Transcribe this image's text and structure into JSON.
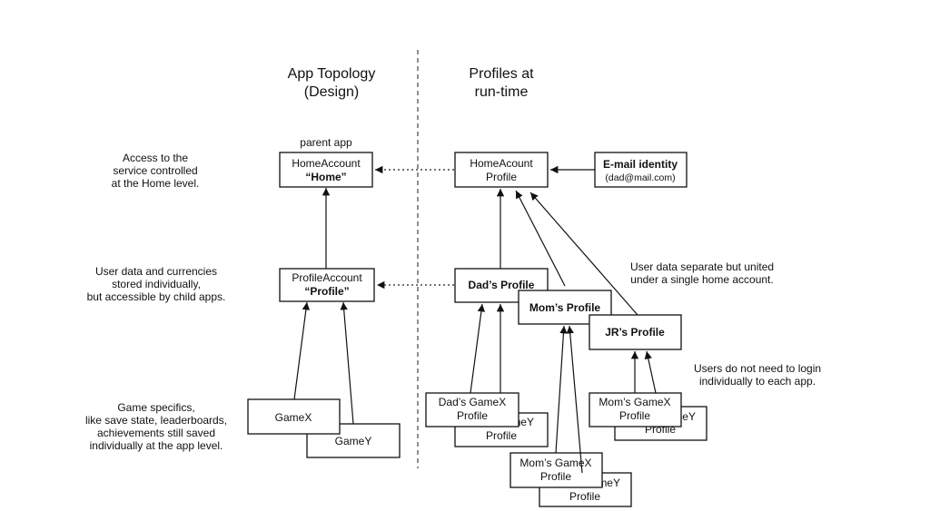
{
  "headings": {
    "design": [
      "App Topology",
      "(Design)"
    ],
    "runtime": [
      "Profiles at",
      "run-time"
    ]
  },
  "parent_app_label": "parent app",
  "notes": {
    "home": [
      "Access to the",
      "service controlled",
      "at the Home level."
    ],
    "profile": [
      "User data and currencies",
      "stored individually,",
      "but accessible by child apps."
    ],
    "game": [
      "Game specifics,",
      "like save state, leaderboards,",
      "achievements still saved",
      "individually at the app level."
    ],
    "united": [
      "User data separate but united",
      "under a single home account."
    ],
    "login": [
      "Users do not need to login",
      "individually to each app."
    ]
  },
  "boxes": {
    "home_account": [
      "HomeAccount",
      "“Home”"
    ],
    "profile_account": [
      "ProfileAccount",
      "“Profile”"
    ],
    "gamex": [
      "GameX"
    ],
    "gamey": [
      "GameY"
    ],
    "home_profile": [
      "HomeAcount",
      "Profile"
    ],
    "email_identity": [
      "E-mail identity",
      "(dad@mail.com)"
    ],
    "dads_profile": [
      "Dad’s Profile"
    ],
    "moms_profile": [
      "Mom’s Profile"
    ],
    "jrs_profile": [
      "JR’s Profile"
    ],
    "dads_gamex": [
      "Dad’s GameX",
      "Profile"
    ],
    "dads_gamey": [
      "meY",
      "Profile"
    ],
    "moms_gamex": [
      "Mom’s GameX",
      "Profile"
    ],
    "moms_gamey": [
      "meY",
      "Profile"
    ],
    "jr_gamex": [
      "Mom’s GameX",
      "Profile"
    ],
    "jr_gamey": [
      "meY",
      "Profile"
    ]
  }
}
